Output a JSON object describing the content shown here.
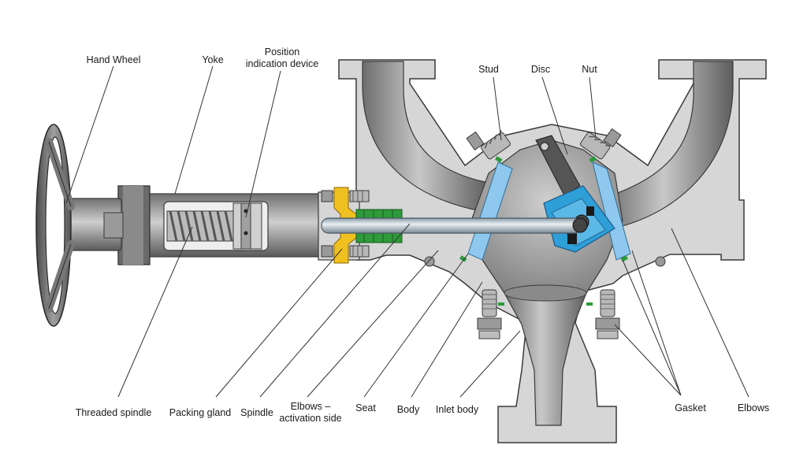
{
  "labels": {
    "hand_wheel": "Hand Wheel",
    "yoke": "Yoke",
    "position_1": "Position",
    "position_2": "indication device",
    "stud": "Stud",
    "disc": "Disc",
    "nut": "Nut",
    "threaded_spindle": "Threaded spindle",
    "packing_gland": "Packing gland",
    "spindle": "Spindle",
    "elbows_act_1": "Elbows –",
    "elbows_act_2": "activation side",
    "seat": "Seat",
    "body": "Body",
    "inlet_body": "Inlet body",
    "gasket": "Gasket",
    "elbows": "Elbows"
  },
  "colors": {
    "metal_light": "#d4d4d4",
    "metal_mid": "#a8a8a8",
    "metal_dark": "#6e6e6e",
    "outline": "#3a3a3a",
    "disc_blue": "#2f9fd8",
    "seat_blue": "#8ec8ee",
    "packing_green": "#2e9a3a",
    "gland_yellow": "#f0c020"
  }
}
